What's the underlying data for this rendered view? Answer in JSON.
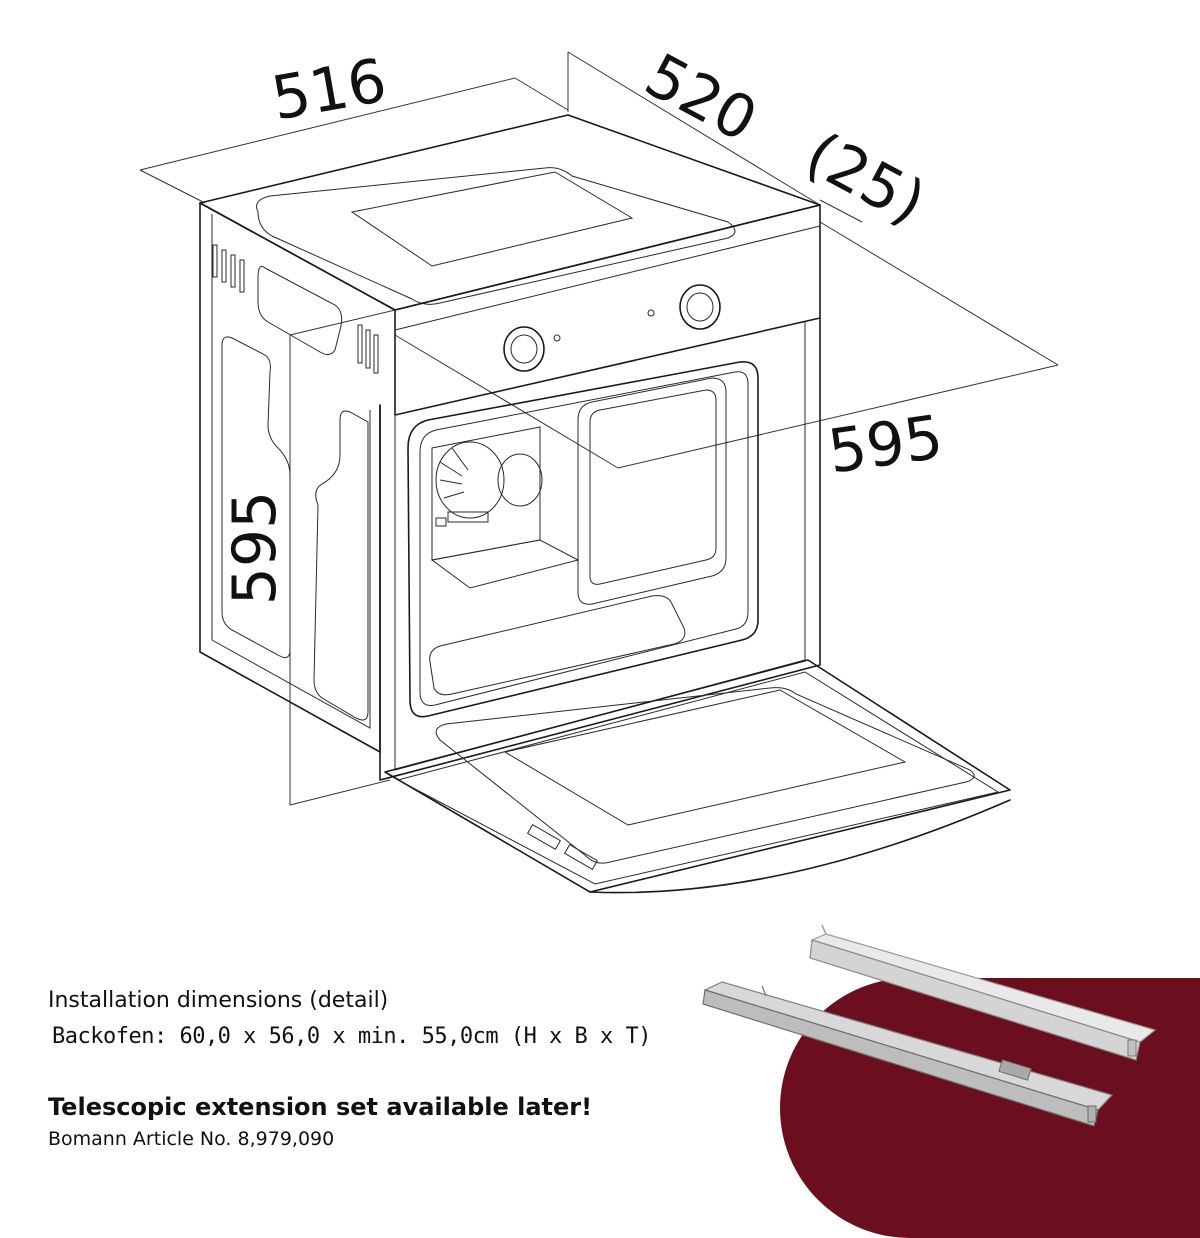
{
  "dimensions": {
    "top_width": "516",
    "depth": "520",
    "panel_offset": "(25)",
    "front_width": "595",
    "height": "595"
  },
  "info": {
    "heading": "Installation dimensions (detail)",
    "oven_size": "Backofen: 60,0 x 56,0 x min. 55,0cm (H x B x T)",
    "telescopic_note": "Telescopic extension set available later!",
    "article_number": "Bomann Article No. 8,979,090"
  },
  "colors": {
    "accent_blob": "#6b0f1e",
    "line": "#1a1a1a",
    "rail_metal": "#cfcfcf"
  }
}
